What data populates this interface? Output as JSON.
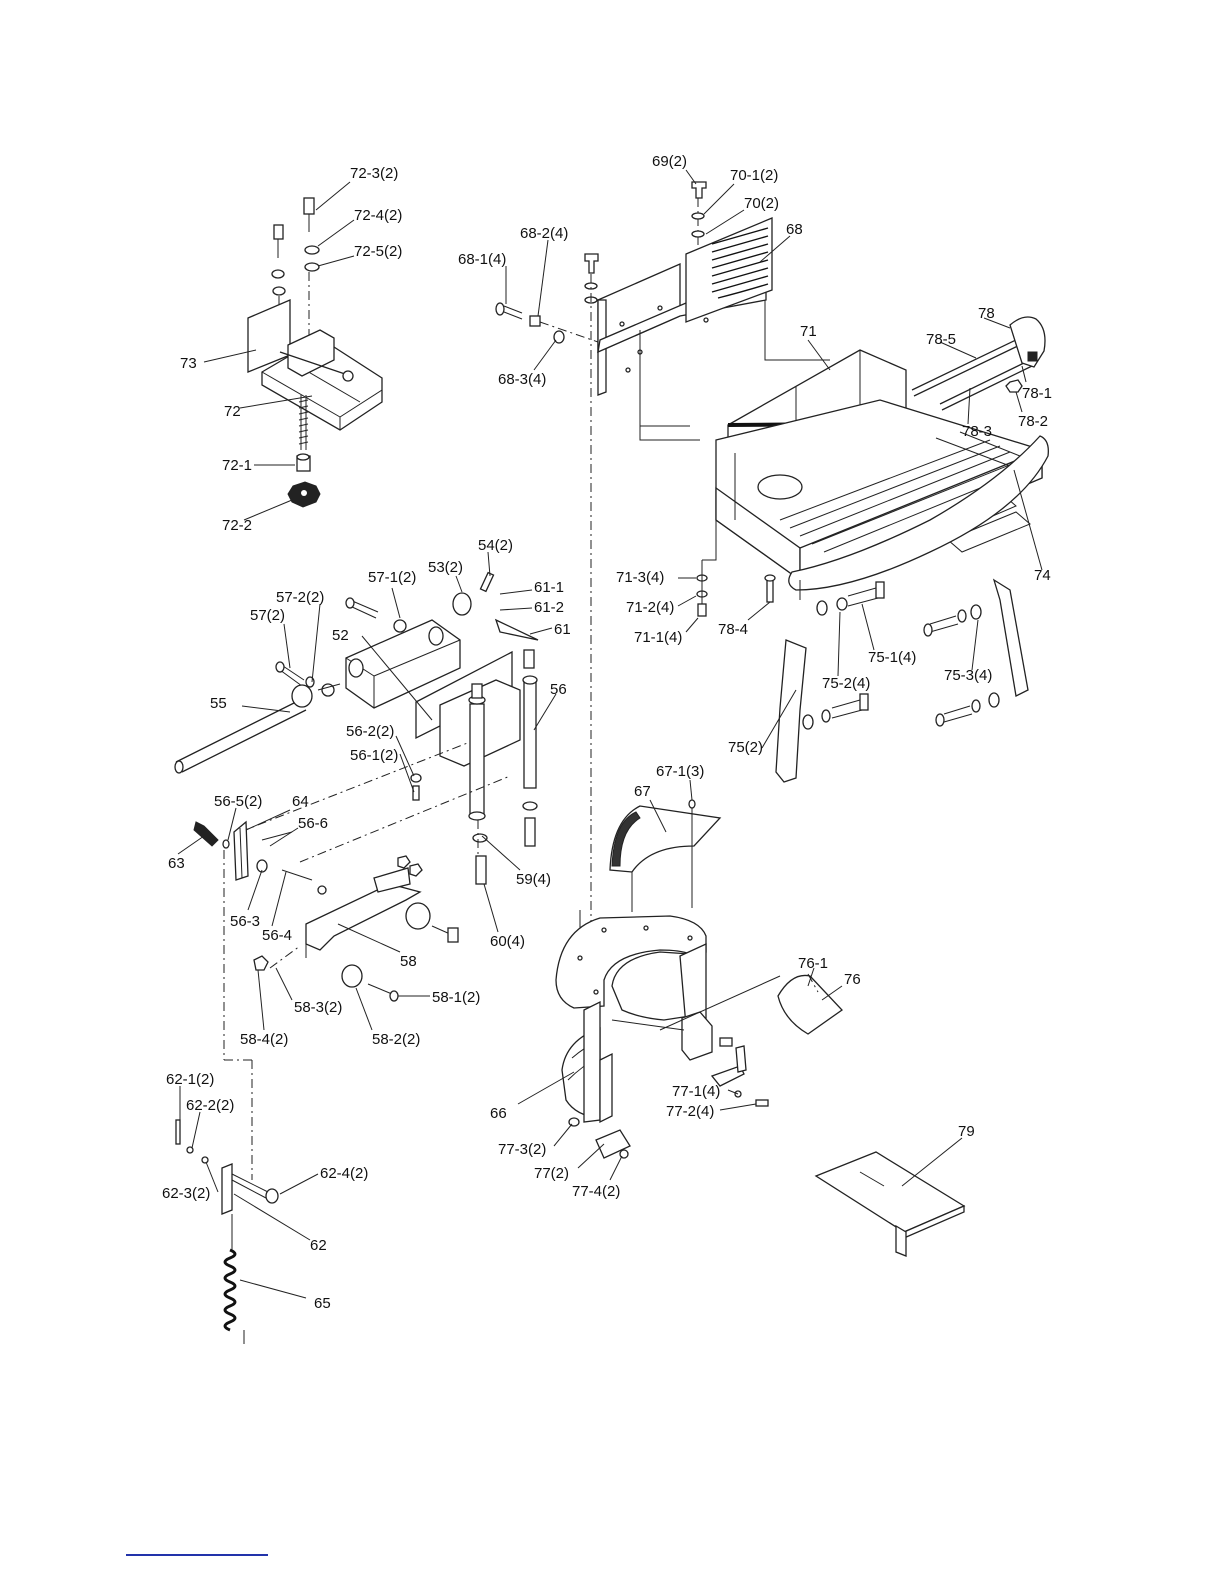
{
  "diagram": {
    "labels": [
      {
        "id": "l72_3",
        "text": "72-3(2)"
      },
      {
        "id": "l72_4",
        "text": "72-4(2)"
      },
      {
        "id": "l72_5",
        "text": "72-5(2)"
      },
      {
        "id": "l73",
        "text": "73"
      },
      {
        "id": "l72",
        "text": "72"
      },
      {
        "id": "l72_1",
        "text": "72-1"
      },
      {
        "id": "l72_2",
        "text": "72-2"
      },
      {
        "id": "l69",
        "text": "69(2)"
      },
      {
        "id": "l70_1",
        "text": "70-1(2)"
      },
      {
        "id": "l70",
        "text": "70(2)"
      },
      {
        "id": "l68_2",
        "text": "68-2(4)"
      },
      {
        "id": "l68",
        "text": "68"
      },
      {
        "id": "l68_1",
        "text": "68-1(4)"
      },
      {
        "id": "l68_3",
        "text": "68-3(4)"
      },
      {
        "id": "l78",
        "text": "78"
      },
      {
        "id": "l78_5",
        "text": "78-5"
      },
      {
        "id": "l71",
        "text": "71"
      },
      {
        "id": "l78_1",
        "text": "78-1"
      },
      {
        "id": "l78_2",
        "text": "78-2"
      },
      {
        "id": "l78_3",
        "text": "78-3"
      },
      {
        "id": "l74",
        "text": "74"
      },
      {
        "id": "l71_3",
        "text": "71-3(4)"
      },
      {
        "id": "l71_2",
        "text": "71-2(4)"
      },
      {
        "id": "l71_1",
        "text": "71-1(4)"
      },
      {
        "id": "l78_4",
        "text": "78-4"
      },
      {
        "id": "l75_1",
        "text": "75-1(4)"
      },
      {
        "id": "l75_2",
        "text": "75-2(4)"
      },
      {
        "id": "l75_3",
        "text": "75-3(4)"
      },
      {
        "id": "l75",
        "text": "75(2)"
      },
      {
        "id": "l54",
        "text": "54(2)"
      },
      {
        "id": "l57_1",
        "text": "57-1(2)"
      },
      {
        "id": "l53",
        "text": "53(2)"
      },
      {
        "id": "l57_2",
        "text": "57-2(2)"
      },
      {
        "id": "l61_1",
        "text": "61-1"
      },
      {
        "id": "l57",
        "text": "57(2)"
      },
      {
        "id": "l61_2",
        "text": "61-2"
      },
      {
        "id": "l61",
        "text": "61"
      },
      {
        "id": "l52",
        "text": "52"
      },
      {
        "id": "l56",
        "text": "56"
      },
      {
        "id": "l55",
        "text": "55"
      },
      {
        "id": "l56_2",
        "text": "56-2(2)"
      },
      {
        "id": "l56_1",
        "text": "56-1(2)"
      },
      {
        "id": "l67_1",
        "text": "67-1(3)"
      },
      {
        "id": "l67",
        "text": "67"
      },
      {
        "id": "l56_5",
        "text": "56-5(2)"
      },
      {
        "id": "l64",
        "text": "64"
      },
      {
        "id": "l56_6",
        "text": "56-6"
      },
      {
        "id": "l63",
        "text": "63"
      },
      {
        "id": "l59",
        "text": "59(4)"
      },
      {
        "id": "l56_3",
        "text": "56-3"
      },
      {
        "id": "l56_4",
        "text": "56-4"
      },
      {
        "id": "l60",
        "text": "60(4)"
      },
      {
        "id": "l58",
        "text": "58"
      },
      {
        "id": "l76_1",
        "text": "76-1"
      },
      {
        "id": "l76",
        "text": "76"
      },
      {
        "id": "l58_1",
        "text": "58-1(2)"
      },
      {
        "id": "l58_3",
        "text": "58-3(2)"
      },
      {
        "id": "l58_4",
        "text": "58-4(2)"
      },
      {
        "id": "l58_2",
        "text": "58-2(2)"
      },
      {
        "id": "l62_1",
        "text": "62-1(2)"
      },
      {
        "id": "l62_2",
        "text": "62-2(2)"
      },
      {
        "id": "l77_1",
        "text": "77-1(4)"
      },
      {
        "id": "l77_2",
        "text": "77-2(4)"
      },
      {
        "id": "l66",
        "text": "66"
      },
      {
        "id": "l79",
        "text": "79"
      },
      {
        "id": "l77_3",
        "text": "77-3(2)"
      },
      {
        "id": "l77",
        "text": "77(2)"
      },
      {
        "id": "l77_4",
        "text": "77-4(2)"
      },
      {
        "id": "l62_4",
        "text": "62-4(2)"
      },
      {
        "id": "l62_3",
        "text": "62-3(2)"
      },
      {
        "id": "l62",
        "text": "62"
      },
      {
        "id": "l65",
        "text": "65"
      }
    ]
  }
}
